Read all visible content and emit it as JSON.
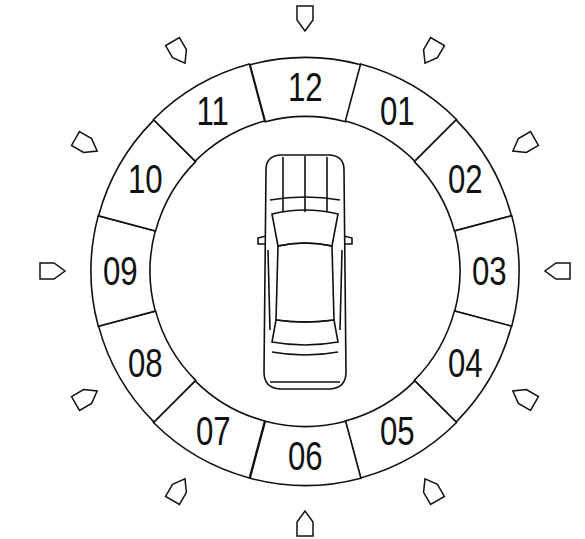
{
  "diagram": {
    "nodes": [
      {
        "text": [
          "12"
        ]
      },
      {
        "text": [
          "01"
        ]
      },
      {
        "text": [
          "02"
        ]
      },
      {
        "text": [
          "03"
        ]
      },
      {
        "text": [
          "04"
        ]
      },
      {
        "text": [
          "05"
        ]
      },
      {
        "text": [
          "06"
        ]
      },
      {
        "text": [
          "07"
        ]
      },
      {
        "text": [
          "08"
        ]
      },
      {
        "text": [
          "09"
        ]
      },
      {
        "text": [
          "10"
        ]
      },
      {
        "text": [
          "11"
        ]
      }
    ]
  }
}
